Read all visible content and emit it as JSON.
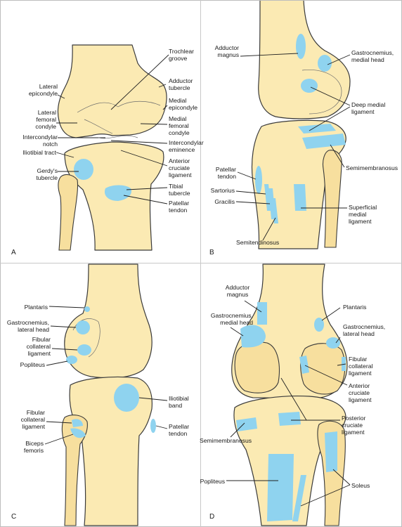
{
  "panels": {
    "a": {
      "letter": "A",
      "labels": {
        "trochlear_groove": "Trochlear\ngroove",
        "lateral_epicondyle": "Lateral\nepicondyle",
        "adductor_tubercle": "Adductor\ntubercle",
        "medial_epicondyle": "Medial\nepicondyle",
        "lateral_femoral_condyle": "Lateral\nfemoral\ncondyle",
        "medial_femoral_condyle": "Medial\nfemoral\ncondyle",
        "intercondylar_notch": "Intercondylar\nnotch",
        "intercondylar_eminence": "Intercondylar\neminence",
        "iliotibial_tract": "Iliotibial tract",
        "anterior_cruciate_ligament": "Anterior\ncruciate\nligament",
        "gerdys_tubercle": "Gerdy's\ntubercle",
        "tibial_tubercle": "Tibial\ntubercle",
        "patellar_tendon": "Patellar\ntendon"
      }
    },
    "b": {
      "letter": "B",
      "labels": {
        "adductor_magnus": "Adductor\nmagnus",
        "gastrocnemius_medial_head": "Gastrocnemius,\nmedial head",
        "deep_medial_ligament": "Deep medial\nligament",
        "semimembranosus": "Semimembranosus",
        "patellar_tendon": "Patellar\ntendon",
        "sartorius": "Sartorius",
        "gracilis": "Gracilis",
        "superficial_medial_ligament": "Superficial\nmedial\nligament",
        "semitendinosus": "Semitendinosus"
      }
    },
    "c": {
      "letter": "C",
      "labels": {
        "plantaris": "Plantaris",
        "gastrocnemius_lateral_head": "Gastrocnemius,\nlateral head",
        "fibular_collateral_ligament": "Fibular\ncollateral\nligament",
        "popliteus": "Popliteus",
        "iliotibial_band": "Iliotibial\nband",
        "fibular_collateral_ligament_2": "Fibular\ncollateral\nligament",
        "patellar_tendon": "Patellar\ntendon",
        "biceps_femoris": "Biceps\nfemoris"
      }
    },
    "d": {
      "letter": "D",
      "labels": {
        "adductor_magnus": "Adductor\nmagnus",
        "plantaris": "Plantaris",
        "gastrocnemius_medial_head": "Gastrocnemius,\nmedial head",
        "gastrocnemius_lateral_head": "Gastrocnemius,\nlateral head",
        "fibular_collateral_ligament": "Fibular\ncollateral\nligament",
        "anterior_cruciate_ligament": "Anterior\ncruciate\nligament",
        "posterior_cruciate_ligament": "Posterior\ncruciate\nligament",
        "semimembranosus": "Semimembranosus",
        "popliteus": "Popliteus",
        "soleus": "Soleus"
      }
    }
  },
  "colors": {
    "bone": "#fbeab3",
    "attachment": "#8fd3ef",
    "outline": "#3a3a3a"
  }
}
